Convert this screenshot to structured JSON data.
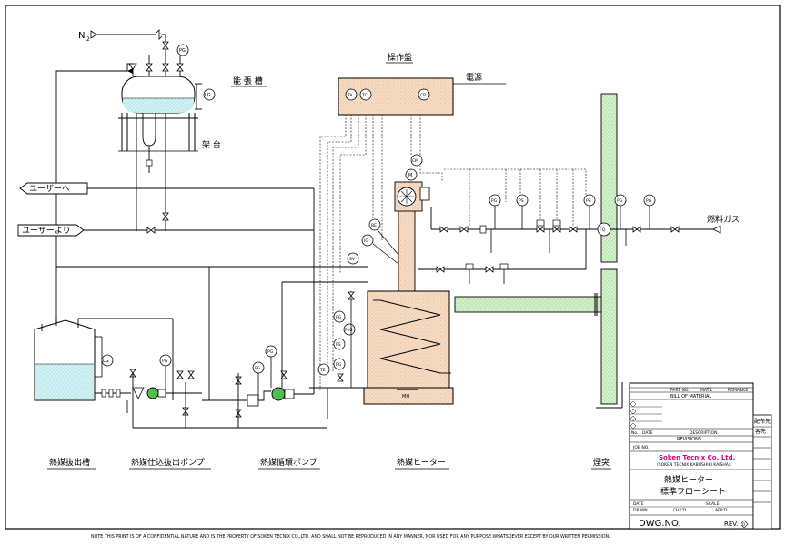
{
  "labels": {
    "n2": "N",
    "n2_sub": "2",
    "expansion_tank": "能 張 槽",
    "stand": "架 台",
    "control_panel": "操作盤",
    "power": "電源",
    "to_user": "ユーザーへ",
    "from_user": "ユーザーより",
    "fuel_gas": "燃料ガス",
    "mh": "MH",
    "drain_tank": "熱媒抜出槽",
    "fill_pump": "熱媒仕込抜出ポンプ",
    "circ_pump": "熱媒循環ポンプ",
    "heater": "熱媒ヒーター",
    "chimney": "煙突"
  },
  "instruments": {
    "pg": "PG",
    "lg": "LG",
    "ps": "PS",
    "ta": "TA",
    "tc": "TC",
    "cr": "CR",
    "cm": "CM",
    "m": "M",
    "be": "BE",
    "ig": "IG",
    "sv": "SV",
    "pds": "PdS",
    "te": "TE",
    "fq": "FQ"
  },
  "title_block": {
    "bill_of_material": "BILL OF MATERIAL",
    "part_no": "PART NO.",
    "matl": "MAT'L",
    "remarks": "REMARKS",
    "description": "DESCRIPTION",
    "revisions": "REVISIONS",
    "no": "No.",
    "date": "DATE",
    "job_no": "JOB NO.",
    "company": "Soken Tecnix Co.,Ltd.",
    "company_sub": "(SOKEN TECNIX KABUSHIKI KAISHA)",
    "drawing_title_1": "熱媒ヒーター",
    "drawing_title_2": "標準フローシート",
    "date_label": "DATE",
    "scale_label": "SCALE",
    "drawn_label": "DR'WN",
    "chkd_label": "CHK'D",
    "appd_label": "APP'D",
    "dwg_no": "DWG.NO.",
    "rev": "REV.",
    "rev_mark": "0",
    "distribution": "配布先",
    "customer": "客先"
  },
  "footer_note": "NOTE THIS PRINT IS OF A CONFIDENTIAL NATURE AND IS THE PROPERTY OF SOKEN TECNIX CO.,LTD. AND SHALL NOT BE REPRODUCED IN ANY MANNER, NOR USED FOR ANY PURPOSE WHATSOEVER EXCEPT BY OUR WRITTEN PERMISSION.",
  "colors": {
    "heater_fill": "#f6dcc4",
    "liquid_fill": "#cfeef2",
    "pump_green": "#4fc04f",
    "chimney_green": "#d4f0cc",
    "company_magenta": "#d6007f"
  }
}
